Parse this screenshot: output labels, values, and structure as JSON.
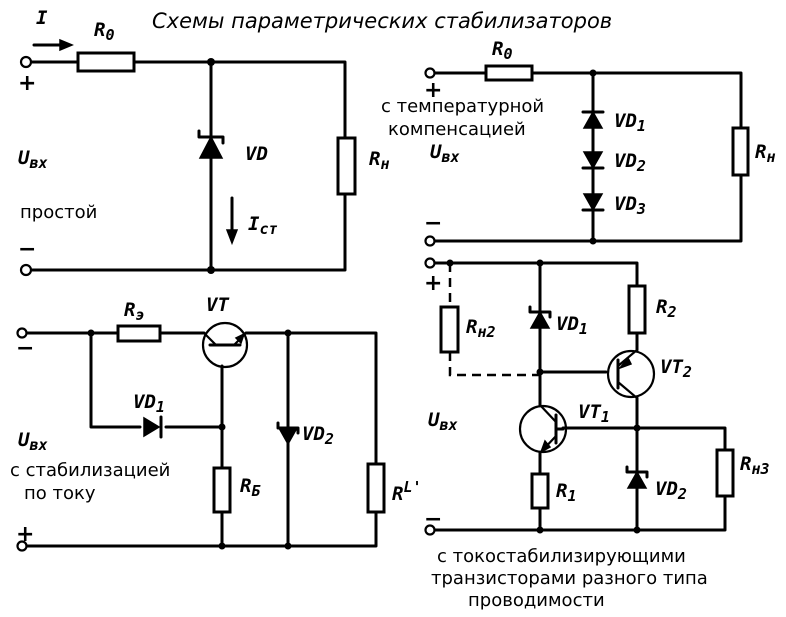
{
  "title": "Схемы параметрических стабилизаторов",
  "captions": {
    "simple": "простой",
    "temp_line1": "с температурной",
    "temp_line2": "компенсацией",
    "current_line1": "с стабилизацией",
    "current_line2": "по току",
    "trans_line1": "с токостабилизирующими",
    "trans_line2": "транзисторами разного типа",
    "trans_line3": "проводимости"
  },
  "circuit_simple": {
    "current_main": "I",
    "resistor": "R",
    "resistor_sub": "0",
    "diode": "VD",
    "current_st": "I",
    "current_st_sub": "ст",
    "load": "R",
    "load_sub": "н",
    "input": "U",
    "input_sub": "вх",
    "plus": "+",
    "minus": "−"
  },
  "circuit_temp": {
    "resistor": "R",
    "resistor_sub": "0",
    "diode1": "VD",
    "diode1_sub": "1",
    "diode2": "VD",
    "diode2_sub": "2",
    "diode3": "VD",
    "diode3_sub": "3",
    "load": "R",
    "load_sub": "н",
    "input": "U",
    "input_sub": "вх",
    "plus": "+",
    "minus": "−"
  },
  "circuit_current": {
    "re": "R",
    "re_sub": "э",
    "vt": "VT",
    "vd1": "VD",
    "vd1_sub": "1",
    "vd2": "VD",
    "vd2_sub": "2",
    "rb": "R",
    "rb_sub": "Б",
    "rl": "R",
    "rl_sub": "L'",
    "input": "U",
    "input_sub": "вх",
    "plus": "+",
    "minus": "−"
  },
  "circuit_trans": {
    "rn2": "R",
    "rn2_sub": "н2",
    "vd1": "VD",
    "vd1_sub": "1",
    "r2": "R",
    "r2_sub": "2",
    "vt2": "VT",
    "vt2_sub": "2",
    "vt1": "VT",
    "vt1_sub": "1",
    "r1": "R",
    "r1_sub": "1",
    "vd2": "VD",
    "vd2_sub": "2",
    "rn3": "R",
    "rn3_sub": "н3",
    "input": "U",
    "input_sub": "вх",
    "plus": "+",
    "minus": "−"
  }
}
